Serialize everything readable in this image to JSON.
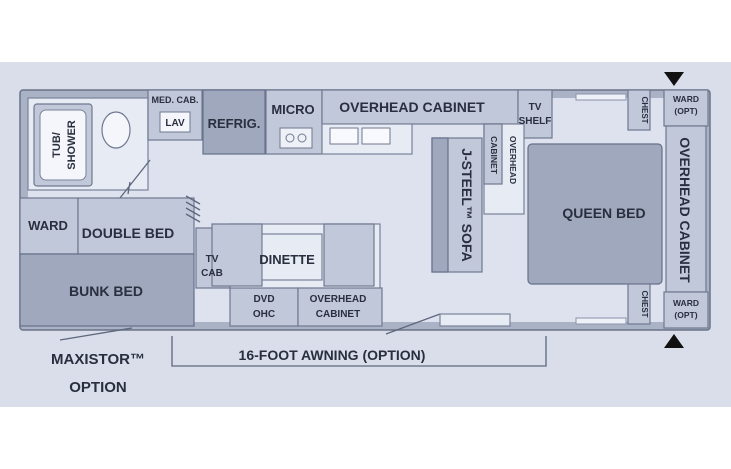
{
  "labels": {
    "med_cab": "MED. CAB.",
    "lav": "LAV",
    "refrig": "REFRIG.",
    "micro": "MICRO",
    "overhead_cabinet_top": "OVERHEAD CABINET",
    "tv_shelf_1": "TV",
    "tv_shelf_2": "SHELF",
    "ward_opt_top_1": "WARD",
    "ward_opt_top_2": "(OPT)",
    "chest_top": "CHEST",
    "tub_1": "TUB/",
    "tub_2": "SHOWER",
    "j_steel_sofa": "J-STEEL™ SOFA",
    "overhead_cabinet_mid": "OVERHEAD",
    "overhead_cabinet_mid_2": "CABINET",
    "queen_bed": "QUEEN BED",
    "overhead_cabinet_right": "OVERHEAD CABINET",
    "ward": "WARD",
    "double_bed": "DOUBLE BED",
    "tv_cab_1": "TV",
    "tv_cab_2": "CAB",
    "dinette": "DINETTE",
    "bunk_bed": "BUNK BED",
    "dvd_1": "DVD",
    "dvd_2": "OHC",
    "overhead_cabinet_bottom_1": "OVERHEAD",
    "overhead_cabinet_bottom_2": "CABINET",
    "chest_bottom": "CHEST",
    "ward_opt_bottom_1": "WARD",
    "ward_opt_bottom_2": "(OPT)",
    "awning": "16-FOOT AWNING (OPTION)",
    "maxistor_1": "MAXISTOR™",
    "maxistor_2": "OPTION"
  },
  "colors": {
    "background_band": "#d9deea",
    "floor": "#dde2ee",
    "walls": "#aab3c6",
    "text": "#2a2f3f"
  },
  "icons": [
    "arrow-down-icon",
    "arrow-up-icon"
  ]
}
